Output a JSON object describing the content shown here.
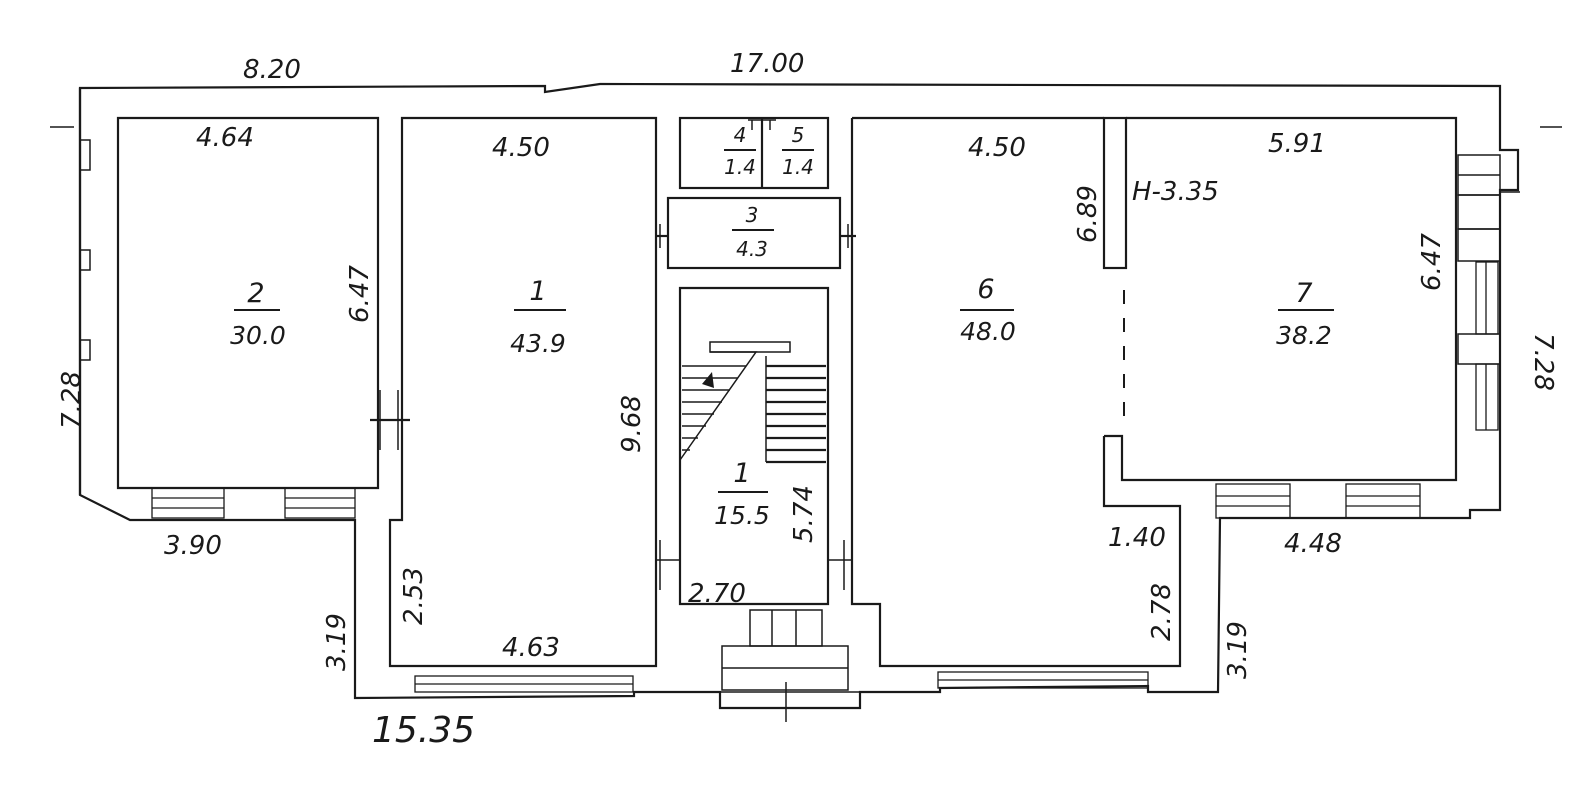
{
  "dimensions": {
    "top_left": "8.20",
    "top_total": "17.00",
    "left_height": "7.28",
    "right_height": "7.28",
    "bottom_total": "15.35",
    "r2_width": "4.64",
    "r2_height": "6.47",
    "r2_bottom": "3.90",
    "r1_width": "4.50",
    "r1_height": "9.68",
    "r1_bottom": "4.63",
    "r1_left_lower": "2.53",
    "left_wing_depth": "3.19",
    "r6_width": "4.50",
    "r6_partition": "6.89",
    "ceiling_height": "H-3.35",
    "r6_bottom": "1.40",
    "r6_lower": "2.78",
    "r7_width": "5.91",
    "r7_height": "6.47",
    "r7_bottom": "4.48",
    "right_wing_depth": "3.19",
    "stair_length": "5.74",
    "stair_width": "2.70"
  },
  "rooms": [
    {
      "number": "2",
      "area": "30.0"
    },
    {
      "number": "1",
      "area": "43.9"
    },
    {
      "number": "4",
      "area": "1.4"
    },
    {
      "number": "5",
      "area": "1.4"
    },
    {
      "number": "3",
      "area": "4.3"
    },
    {
      "number": "1",
      "area": "15.5"
    },
    {
      "number": "6",
      "area": "48.0"
    },
    {
      "number": "7",
      "area": "38.2"
    }
  ]
}
